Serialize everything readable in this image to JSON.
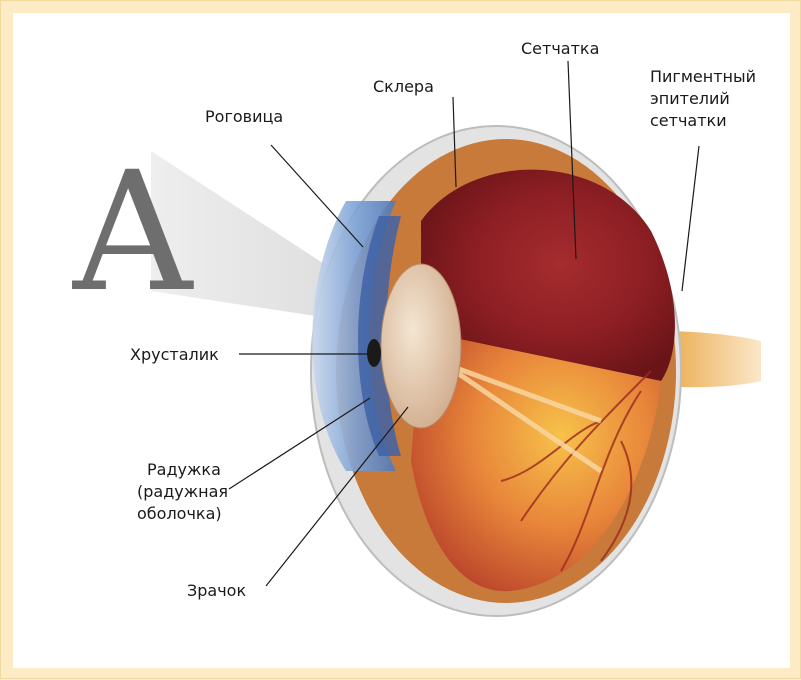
{
  "diagram": {
    "letter": "A",
    "labels": {
      "sclera": "Склера",
      "retina": "Сетчатка",
      "pigment_epithelium_line1": "Пигментный",
      "pigment_epithelium_line2": "эпителий",
      "pigment_epithelium_line3": "сетчатки",
      "cornea": "Роговица",
      "lens": "Хрусталик",
      "iris_line1": "Радужка",
      "iris_line2": "(радужная",
      "iris_line3": "оболочка)",
      "pupil": "Зрачок"
    }
  },
  "colors": {
    "page_background": "#fcebc4",
    "panel_background": "#ffffff",
    "retina": "#8e1f24",
    "sclera": "#d9d9d9",
    "cornea": "#7fa3d6"
  }
}
